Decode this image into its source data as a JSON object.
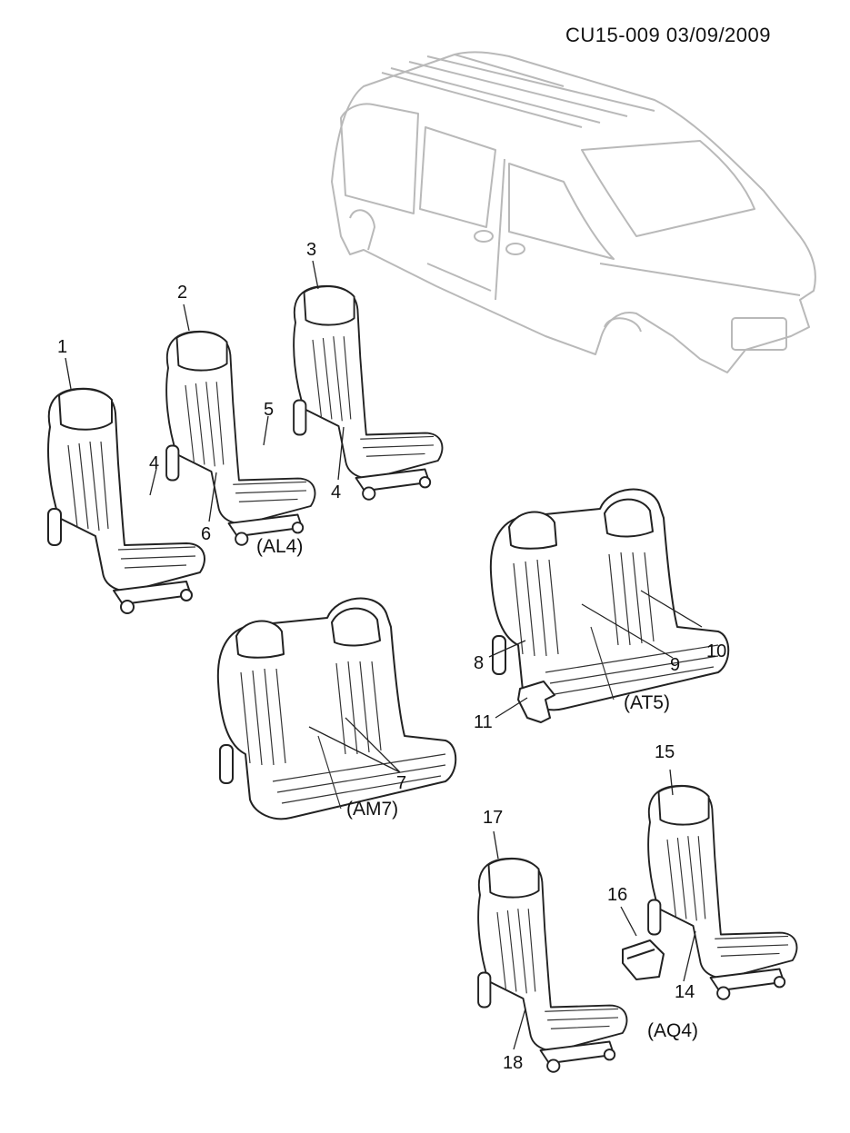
{
  "header": {
    "code": "CU15-009  03/09/2009"
  },
  "callouts": {
    "n1": "1",
    "n2": "2",
    "n3": "3",
    "n4a": "4",
    "n4b": "4",
    "n5": "5",
    "n6": "6",
    "n7": "7",
    "n8": "8",
    "n9": "9",
    "n10": "10",
    "n11": "11",
    "n14": "14",
    "n15": "15",
    "n16": "16",
    "n17": "17",
    "n18": "18"
  },
  "groups": {
    "al4": "(AL4)",
    "am7": "(AM7)",
    "at5": "(AT5)",
    "aq4": "(AQ4)"
  },
  "colors": {
    "van_outline": "#b9b9b9",
    "seat_outline": "#222222"
  }
}
